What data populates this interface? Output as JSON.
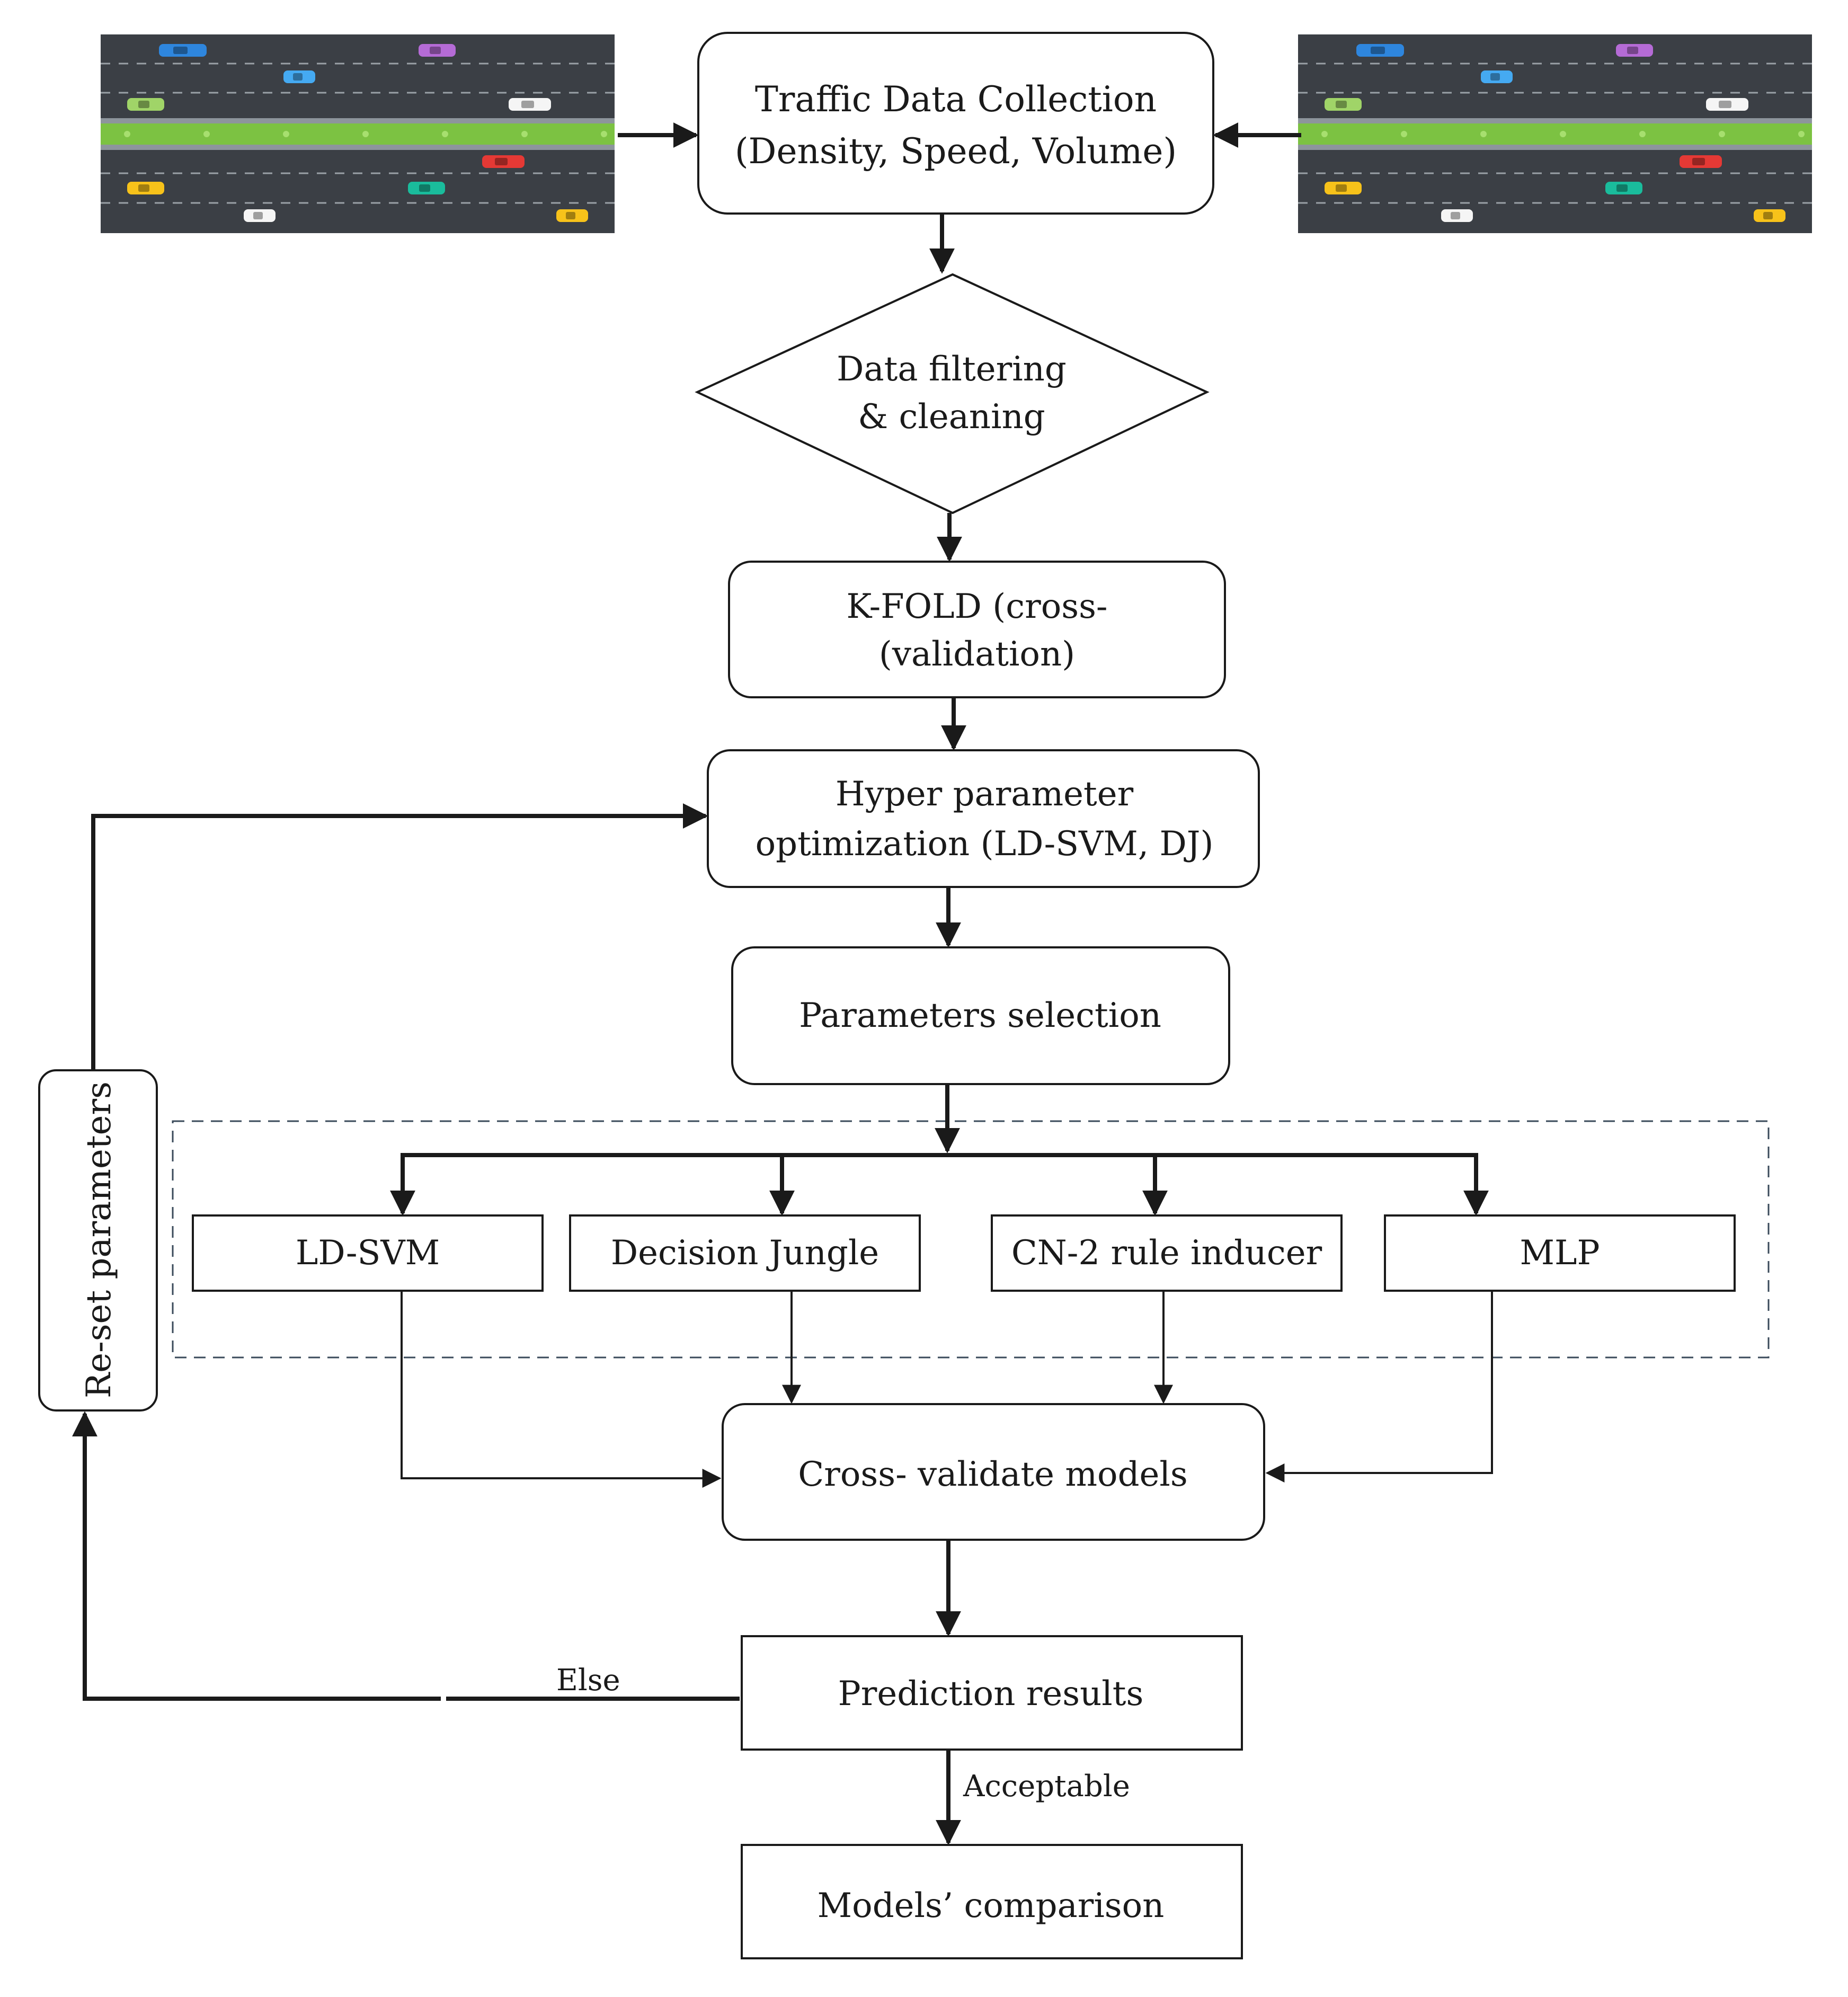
{
  "nodes": {
    "traffic_collection": {
      "line1": "Traffic Data Collection",
      "line2": "(Density, Speed, Volume)"
    },
    "filtering": {
      "line1": "Data filtering",
      "line2": "& cleaning"
    },
    "kfold": {
      "line1": "K-FOLD (cross-",
      "line2": "(validation)"
    },
    "hyperparam": {
      "line1": "Hyper parameter",
      "line2": "optimization (LD-SVM, DJ)"
    },
    "param_selection": {
      "label": "Parameters selection"
    },
    "models": [
      {
        "label": "LD-SVM"
      },
      {
        "label": "Decision Jungle"
      },
      {
        "label": "CN-2 rule inducer"
      },
      {
        "label": "MLP"
      }
    ],
    "cross_validate": {
      "label": "Cross- validate models"
    },
    "prediction": {
      "label": "Prediction results"
    },
    "comparison": {
      "label": "Models’ comparison"
    },
    "reset": {
      "label": "Re-set parameters"
    }
  },
  "edges": {
    "else_label": "Else",
    "acceptable_label": "Acceptable"
  },
  "colors": {
    "line": "#1a1a1a",
    "road": "#3b3f45",
    "median": "#7cc242",
    "dash": "#9aa0a6",
    "cars": [
      "#2e86de",
      "#b56bd6",
      "#45aaf2",
      "#a0d468",
      "#f5f5f5",
      "#e53935",
      "#f7c21a",
      "#1abc9c"
    ]
  }
}
